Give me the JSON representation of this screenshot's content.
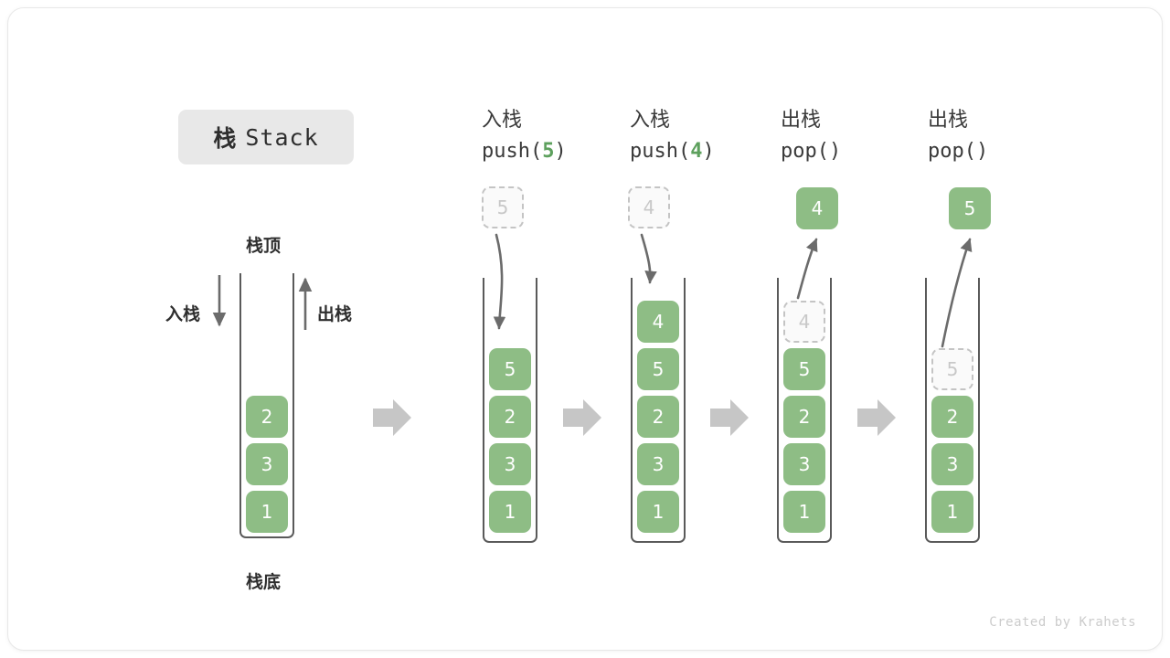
{
  "title": {
    "cn": "栈",
    "en": "Stack"
  },
  "labels": {
    "top": "栈顶",
    "bottom": "栈底",
    "push": "入栈",
    "pop": "出栈"
  },
  "footer": "Created by Krahets",
  "colors": {
    "element_green": "#8ebd85",
    "accent_green": "#5da05d",
    "ghost_fill": "#fafafa",
    "ghost_border": "#c4c4c4",
    "container_stroke": "#5a5a5a",
    "separator_arrow": "#c6c6c6",
    "badge_bg": "#e8e8e8",
    "text": "#2e2e2e",
    "footer_text": "#cccccc"
  },
  "columns": [
    {
      "id": "initial",
      "header": null,
      "stack": [
        "2",
        "3",
        "1"
      ],
      "outside": null,
      "ghost_index": null,
      "annotations": {
        "top": "栈顶",
        "bottom": "栈底",
        "push": "入栈",
        "pop": "出栈"
      }
    },
    {
      "id": "push-5",
      "header": {
        "cn": "入栈",
        "code_prefix": "push(",
        "arg": "5",
        "code_suffix": ")"
      },
      "outside": {
        "value": "5",
        "style": "ghost"
      },
      "stack": [
        "5",
        "2",
        "3",
        "1"
      ],
      "ghost_index": null,
      "arrow": "down-into-stack"
    },
    {
      "id": "push-4",
      "header": {
        "cn": "入栈",
        "code_prefix": "push(",
        "arg": "4",
        "code_suffix": ")"
      },
      "outside": {
        "value": "4",
        "style": "ghost"
      },
      "stack": [
        "4",
        "5",
        "2",
        "3",
        "1"
      ],
      "ghost_index": null,
      "arrow": "down-into-stack"
    },
    {
      "id": "pop-1",
      "header": {
        "cn": "出栈",
        "code_prefix": "pop(",
        "arg": "",
        "code_suffix": ")"
      },
      "outside": {
        "value": "4",
        "style": "filled"
      },
      "stack": [
        "4",
        "5",
        "2",
        "3",
        "1"
      ],
      "ghost_index": 0,
      "arrow": "up-out-of-stack"
    },
    {
      "id": "pop-2",
      "header": {
        "cn": "出栈",
        "code_prefix": "pop(",
        "arg": "",
        "code_suffix": ")"
      },
      "outside": {
        "value": "5",
        "style": "filled"
      },
      "stack": [
        "5",
        "2",
        "3",
        "1"
      ],
      "ghost_index": 0,
      "arrow": "up-out-of-stack"
    }
  ],
  "separators": 4
}
